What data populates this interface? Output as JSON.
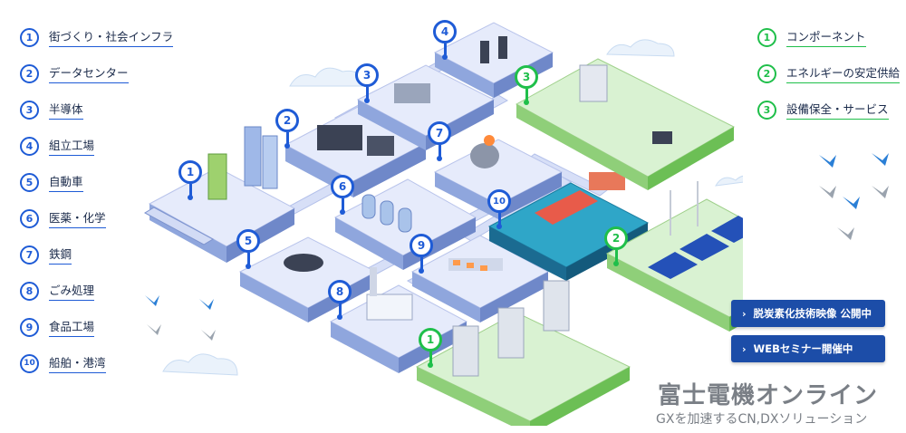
{
  "left_nav": [
    {
      "num": "1",
      "label": "街づくり・社会インフラ"
    },
    {
      "num": "2",
      "label": "データセンター"
    },
    {
      "num": "3",
      "label": "半導体"
    },
    {
      "num": "4",
      "label": "組立工場"
    },
    {
      "num": "5",
      "label": "自動車"
    },
    {
      "num": "6",
      "label": "医薬・化学"
    },
    {
      "num": "7",
      "label": "鉄鋼"
    },
    {
      "num": "8",
      "label": "ごみ処理"
    },
    {
      "num": "9",
      "label": "食品工場"
    },
    {
      "num": "10",
      "label": "船舶・港湾"
    }
  ],
  "right_nav": [
    {
      "num": "1",
      "label": "コンポーネント"
    },
    {
      "num": "2",
      "label": "エネルギーの安定供給"
    },
    {
      "num": "3",
      "label": "設備保全・サービス"
    }
  ],
  "pins": {
    "blue": [
      "1",
      "2",
      "3",
      "4",
      "5",
      "6",
      "7",
      "8",
      "9",
      "10"
    ],
    "green": [
      "1",
      "2",
      "3"
    ]
  },
  "cta": {
    "video": "脱炭素化技術映像 公開中",
    "seminar": "WEBセミナー開催中",
    "arrow": "›"
  },
  "brand": {
    "title": "富士電機オンライン",
    "subtitle": "GXを加速するCN,DXソリューション"
  },
  "colors": {
    "primary_blue": "#1e5bd6",
    "accent_green": "#1fbf4a",
    "cta_bg": "#1c4da8",
    "brand_gray": "#7a7f86"
  }
}
